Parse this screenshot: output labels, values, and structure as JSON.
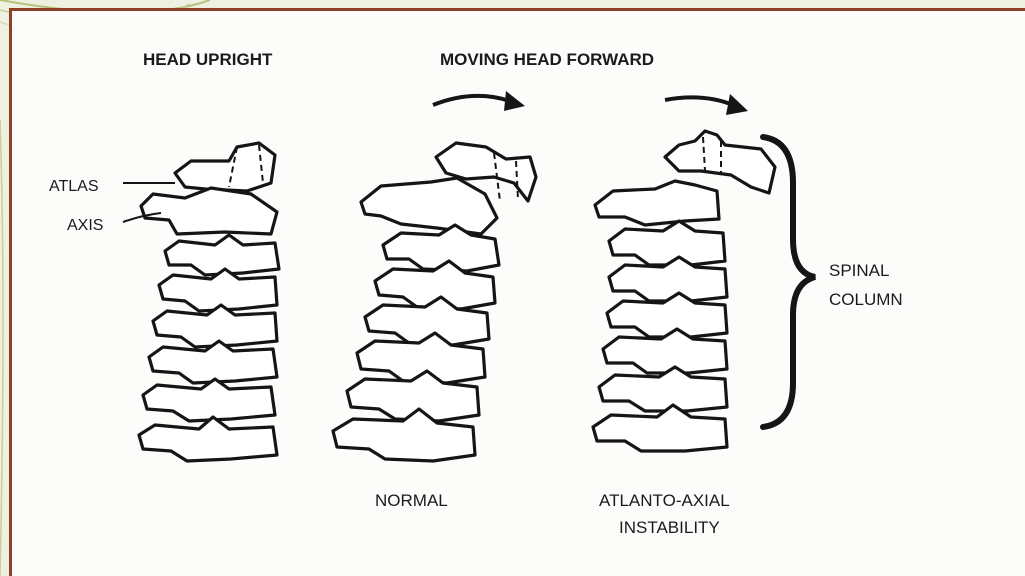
{
  "headings": {
    "head_upright": "HEAD UPRIGHT",
    "moving_head_forward": "MOVING HEAD FORWARD"
  },
  "labels": {
    "atlas": "ATLAS",
    "axis": "AXIS",
    "spinal_column_line1": "SPINAL",
    "spinal_column_line2": "COLUMN",
    "normal": "NORMAL",
    "instability_line1": "ATLANTO-AXIAL",
    "instability_line2": "INSTABILITY"
  },
  "colors": {
    "frame_accent": "#8e3f24",
    "slide_background": "#eef0e2",
    "panel_background": "#fcfcfa",
    "ink": "#151515"
  },
  "icons": {
    "forward_arrow": "curved-arrow-right-icon",
    "bracket": "curly-brace-icon"
  }
}
